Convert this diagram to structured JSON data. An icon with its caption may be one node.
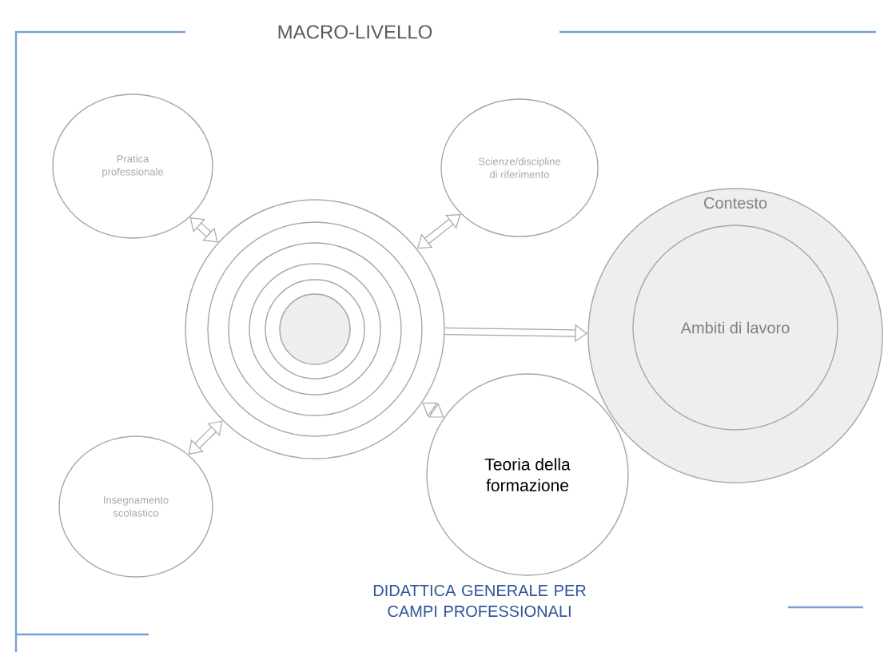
{
  "diagram": {
    "title": "MACRO-LIVELLO",
    "caption": "DIDATTICA GENERALE PER CAMPI PROFESSIONALI",
    "nodes": [
      {
        "text": [
          "Pratica professionale"
        ]
      },
      {
        "text": [
          "Scienze/discipline di riferimento"
        ]
      },
      {
        "text": [],
        "shape": "circle"
      },
      {
        "text": [
          "Contesto"
        ]
      },
      {
        "text": [
          "Ambiti di lavoro"
        ],
        "in": 3
      },
      {
        "text": [
          "Insegnamento scolastico"
        ]
      },
      {
        "text": [
          "Teoria della formazione"
        ]
      }
    ],
    "edges": [
      {
        "from": 0,
        "to": 2,
        "arrow": "both"
      },
      {
        "from": 1,
        "to": 2,
        "arrow": "both"
      },
      {
        "from": 2,
        "to": 3,
        "arrow": "to"
      },
      {
        "from": 5,
        "to": 2,
        "arrow": "both"
      },
      {
        "from": 6,
        "to": 2,
        "arrow": "both"
      }
    ]
  }
}
